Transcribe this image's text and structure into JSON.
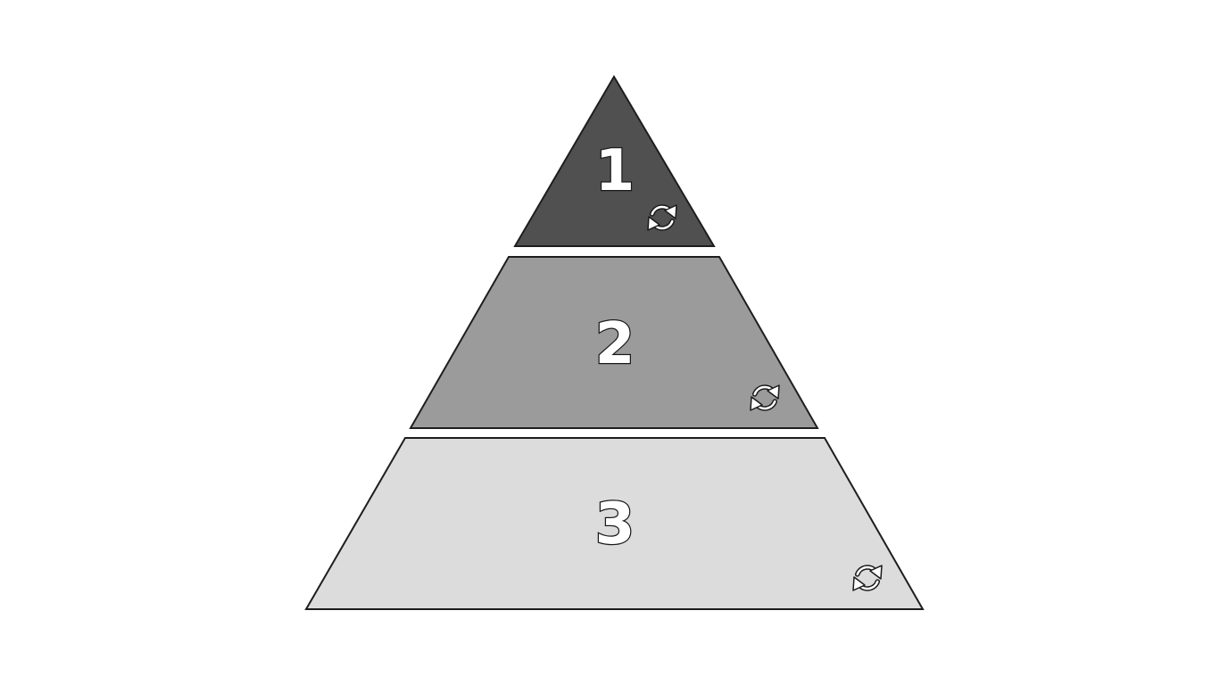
{
  "pyramid": {
    "tiers": [
      {
        "number": "1",
        "fill": "#505050",
        "icon": "refresh-icon"
      },
      {
        "number": "2",
        "fill": "#9b9b9b",
        "icon": "refresh-icon"
      },
      {
        "number": "3",
        "fill": "#dcdcdc",
        "icon": "refresh-icon"
      }
    ],
    "outline_color": "#1e1e1e",
    "background": "#ffffff"
  }
}
